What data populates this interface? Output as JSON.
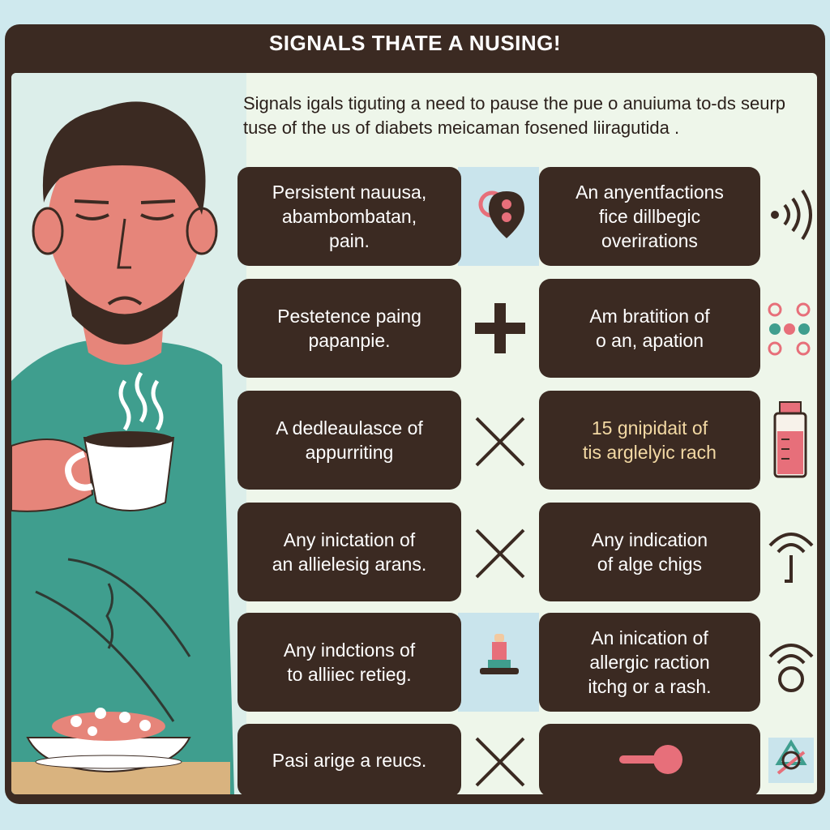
{
  "header": {
    "title": "SIGNALS THATE A NUSING!",
    "subtitle": "Signals igals tiguting a need to pause the pue o anuiuma to-ds seurp tuse of the us of diabets meicaman fosened liiragutida ."
  },
  "signals": [
    {
      "left": "Persistent nauusa,\nabambombatan,\npain.",
      "right": "An anyentfactions\nfice dillbegic\noverirations"
    },
    {
      "left": "Pestetence paing\npapanpie.",
      "right": "Am bratition of\no an, apation"
    },
    {
      "left": "A dedleaulasce of\nappurriting",
      "right": "15 gnipidait of\ntis arglelyic rach"
    },
    {
      "left": "Any inictation of\nan allielesig arans.",
      "right": "Any indication\nof alge chigs"
    },
    {
      "left": "Any indctions of\nto alliiec retieg.",
      "right": "An inication of\nallergic raction\nitchg or a rash."
    },
    {
      "left": "Pasi arige a reucs.",
      "right": ""
    }
  ],
  "icons": {
    "row1_mid": "location-pin-icon",
    "row1_right": "sound-wave-icon",
    "row2_mid": "plus-icon",
    "row2_right": "dots-grid-icon",
    "row3_mid": "x-mark-icon",
    "row3_right": "bottle-icon",
    "row4_mid": "x-mark-icon",
    "row4_right": "signal-hook-icon",
    "row5_mid": "inhaler-icon",
    "row5_right": "signal-circle-icon",
    "row6_mid": "x-mark-icon",
    "row6_right": "recycle-icon"
  },
  "colors": {
    "frame": "#3b2a22",
    "panel": "#eef6ea",
    "accent_pink": "#e76f7a",
    "accent_teal": "#3f9e8e"
  }
}
